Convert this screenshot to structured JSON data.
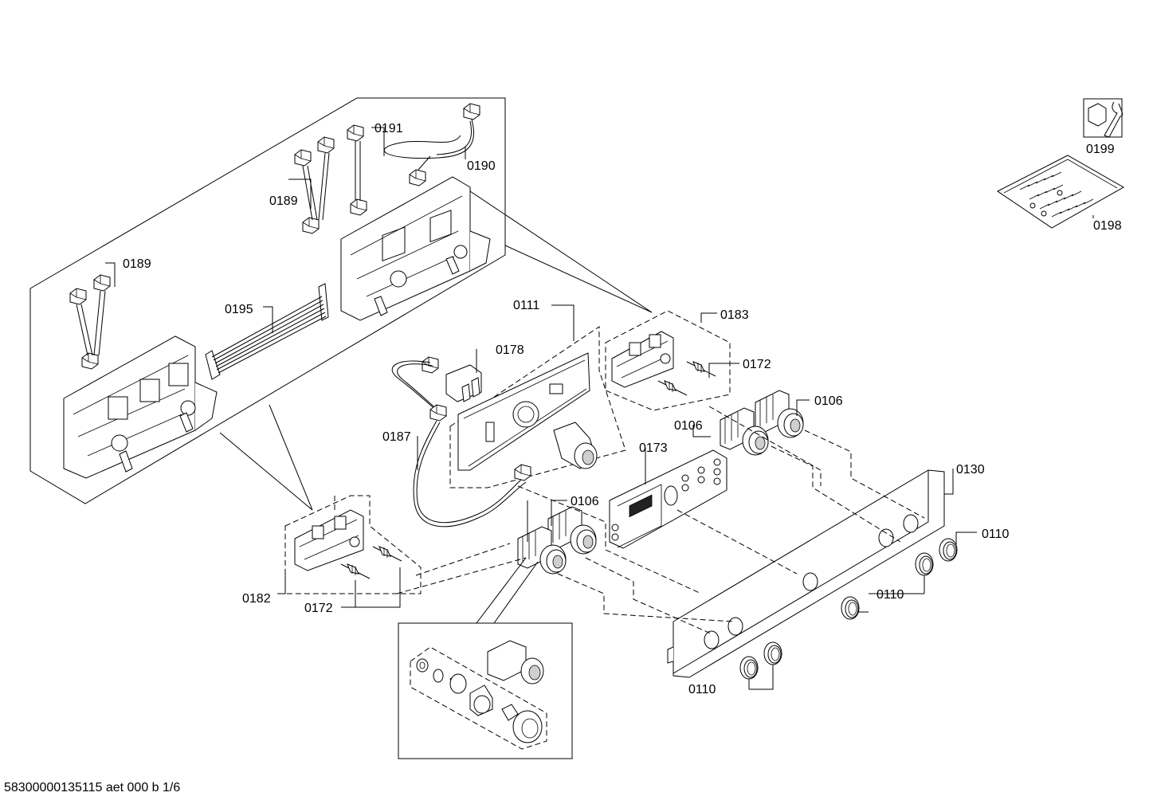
{
  "document_id": "58300000135115 aet 000 b 1/6",
  "callouts": {
    "c0191": "0191",
    "c0190": "0190",
    "c0189a": "0189",
    "c0189b": "0189",
    "c0195": "0195",
    "c0111": "0111",
    "c0178": "0178",
    "c0183": "0183",
    "c0172a": "0172",
    "c0106a": "0106",
    "c0106b": "0106",
    "c0187": "0187",
    "c0173": "0173",
    "c0130": "0130",
    "c0106c": "0106",
    "c0110a": "0110",
    "c0110b": "0110",
    "c0110c": "0110",
    "c0182": "0182",
    "c0172b": "0172",
    "c0199": "0199",
    "c0198": "0198"
  },
  "icons": {
    "tool_icon": "wrench-nut-icon",
    "screw_bag": "screw-bag-icon"
  }
}
